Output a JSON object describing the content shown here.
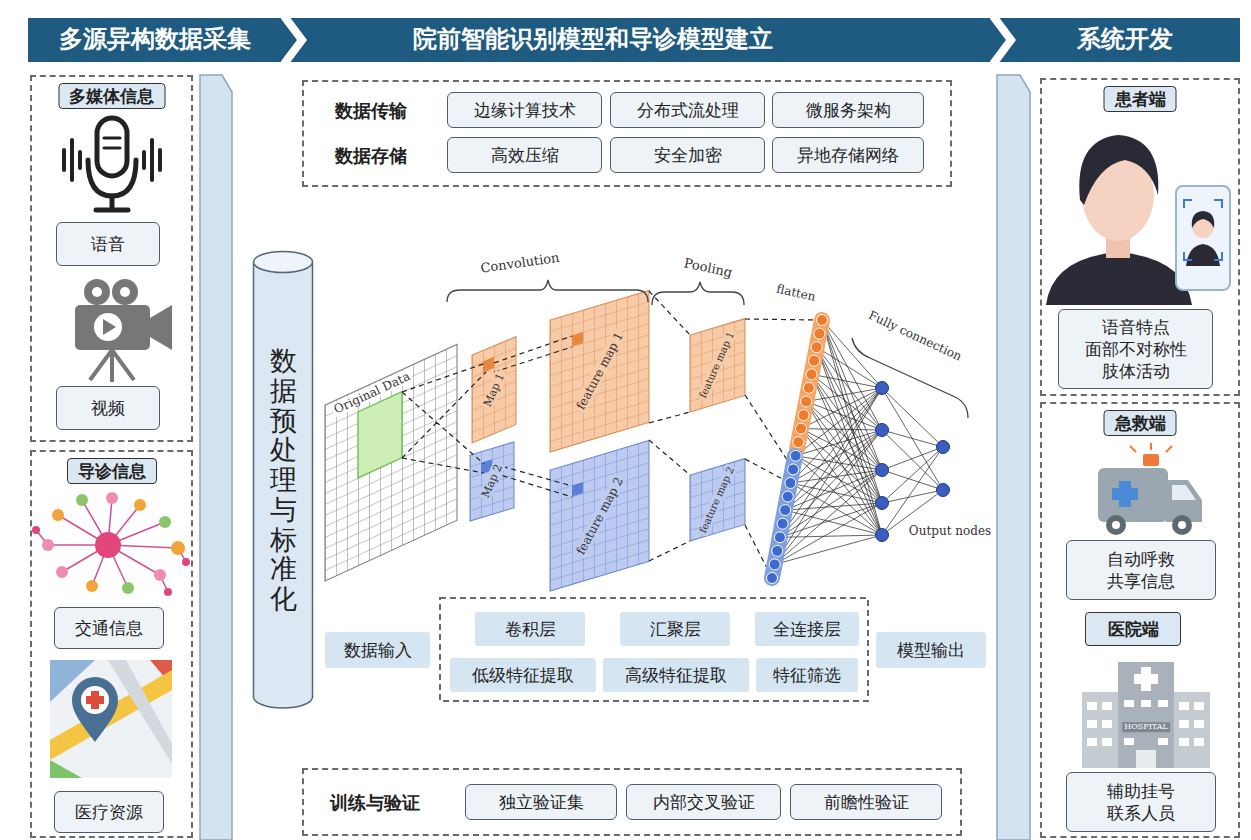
{
  "diagram": {
    "nodes": [
      {
        "text": [
          "多源异构数据采集"
        ]
      },
      {
        "text": [
          "院前智能识别模型和导诊模型建立"
        ]
      },
      {
        "text": [
          "系统开发"
        ]
      },
      {
        "text": [
          "多媒体信息"
        ]
      },
      {
        "text": [
          "语音"
        ],
        "in": 3
      },
      {
        "text": [
          "视频"
        ],
        "in": 3
      },
      {
        "text": [
          "导诊信息"
        ]
      },
      {
        "text": [
          "交通信息"
        ],
        "in": 6
      },
      {
        "text": [
          "医疗资源"
        ],
        "in": 6
      },
      {
        "text": [
          "数据预处理与标准化"
        ]
      },
      {
        "text": [
          "数据传输",
          "数据存储"
        ]
      },
      {
        "text": [
          "边缘计算技术"
        ],
        "in": 10
      },
      {
        "text": [
          "分布式流处理"
        ],
        "in": 10
      },
      {
        "text": [
          "微服务架构"
        ],
        "in": 10
      },
      {
        "text": [
          "高效压缩"
        ],
        "in": 10
      },
      {
        "text": [
          "安全加密"
        ],
        "in": 10
      },
      {
        "text": [
          "异地存储网络"
        ],
        "in": 10
      },
      {
        "text": [
          "数据输入"
        ]
      },
      {
        "text": [
          "卷积层"
        ]
      },
      {
        "text": [
          "汇聚层"
        ]
      },
      {
        "text": [
          "全连接层"
        ]
      },
      {
        "text": [
          "低级特征提取"
        ]
      },
      {
        "text": [
          "高级特征提取"
        ]
      },
      {
        "text": [
          "特征筛选"
        ]
      },
      {
        "text": [
          "模型输出"
        ]
      },
      {
        "text": [
          "训练与验证"
        ]
      },
      {
        "text": [
          "独立验证集"
        ],
        "in": 25
      },
      {
        "text": [
          "内部交叉验证"
        ],
        "in": 25
      },
      {
        "text": [
          "前瞻性验证"
        ],
        "in": 25
      },
      {
        "text": [
          "患者端"
        ]
      },
      {
        "text": [
          "语音特点 面部不对称性 肢体活动"
        ],
        "in": 29
      },
      {
        "text": [
          "急救端"
        ]
      },
      {
        "text": [
          "自动呼救 共享信息"
        ],
        "in": 31
      },
      {
        "text": [
          "医院端"
        ],
        "in": 31
      },
      {
        "text": [
          "辅助挂号 联系人员"
        ],
        "in": 31
      }
    ],
    "labels": [
      "Convolution",
      "Pooling",
      "flatten",
      "Fully connection",
      "Original Data",
      "Map 1",
      "Map 2",
      "feature map 1",
      "feature map 2",
      "feature map 1",
      "feature map 2",
      "Output nodes",
      "HOSPITAL"
    ]
  }
}
